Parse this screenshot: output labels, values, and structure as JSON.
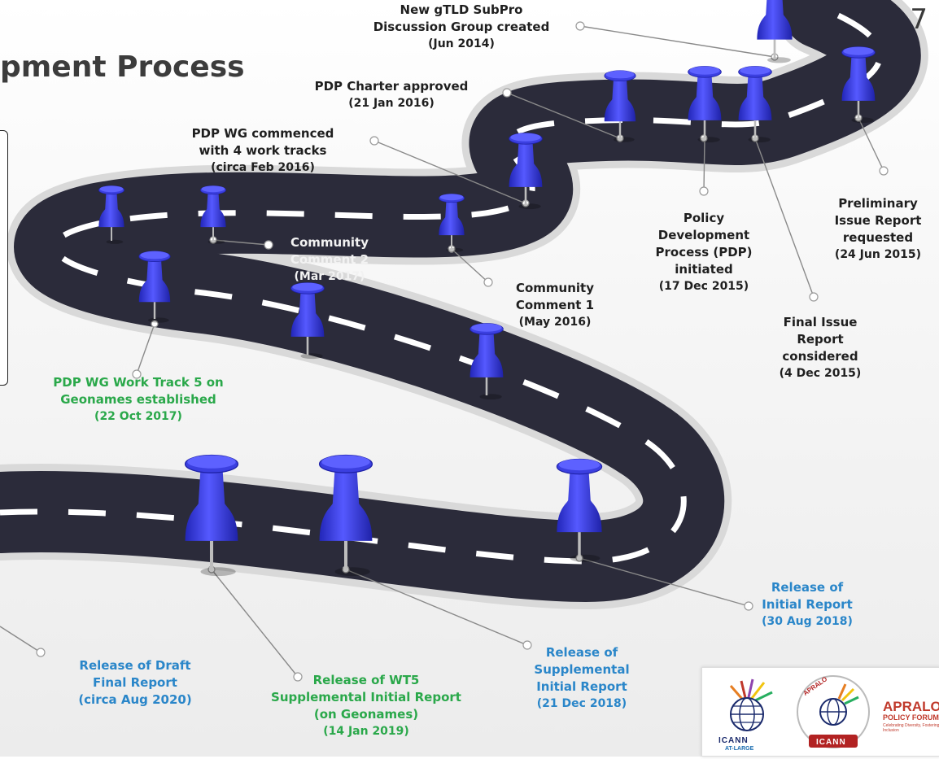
{
  "slide": {
    "title": "pment Process",
    "page_number": "7"
  },
  "milestones": [
    {
      "id": "discussion-group",
      "line1": "New gTLD SubPro",
      "line2": "Discussion Group created",
      "date": "(Jun 2014)",
      "color": "dark"
    },
    {
      "id": "charter",
      "line1": "PDP Charter approved",
      "line2": "",
      "date": "(21 Jan 2016)",
      "color": "dark"
    },
    {
      "id": "wg-commenced",
      "line1": "PDP WG commenced",
      "line2": "with 4 work tracks",
      "date": "(circa Feb 2016)",
      "color": "dark"
    },
    {
      "id": "cc2",
      "line1": "Community",
      "line2": "Comment 2",
      "date": "(Mar 2017)",
      "color": "dark"
    },
    {
      "id": "cc1",
      "line1": "Community",
      "line2": "Comment 1",
      "date": "(May 2016)",
      "color": "dark"
    },
    {
      "id": "pdp-initiated",
      "line1": "Policy",
      "line2": "Development",
      "line3": "Process (PDP)",
      "line4": "initiated",
      "date": "(17 Dec 2015)",
      "color": "dark"
    },
    {
      "id": "preliminary",
      "line1": "Preliminary",
      "line2": "Issue Report",
      "line3": "requested",
      "date": "(24 Jun 2015)",
      "color": "dark"
    },
    {
      "id": "final-issue",
      "line1": "Final Issue",
      "line2": "Report",
      "line3": "considered",
      "date": "(4 Dec 2015)",
      "color": "dark"
    },
    {
      "id": "wt5",
      "line1": "PDP WG Work Track 5 on",
      "line2": "Geonames established",
      "date": "(22 Oct 2017)",
      "color": "green"
    },
    {
      "id": "initial-report",
      "line1": "Release of",
      "line2": "Initial Report",
      "date": "(30 Aug 2018)",
      "color": "blue"
    },
    {
      "id": "draft-final",
      "line1": "Release of Draft",
      "line2": "Final Report",
      "date": "(circa Aug 2020)",
      "color": "blue"
    },
    {
      "id": "wt5-supplemental",
      "line1": "Release of WT5",
      "line2": "Supplemental Initial Report",
      "line3": "(on Geonames)",
      "date": "(14 Jan 2019)",
      "color": "green"
    },
    {
      "id": "supplemental",
      "line1": "Release of",
      "line2": "Supplemental",
      "line3": "Initial Report",
      "date": "(21 Dec 2018)",
      "color": "blue"
    }
  ],
  "logos": {
    "icann_atlarge": "ICANN",
    "atlarge": "AT-LARGE",
    "apralo_ring": "APRALO",
    "icann2": "ICANN",
    "apralo": "APRALO",
    "policy_forum": "POLICY FORUM",
    "tagline": "Celebrating Diversity, Fostering Inclusion"
  },
  "colors": {
    "road": "#2b2b3a",
    "pin": "#3b3fe0",
    "green": "#2aa84a",
    "blue": "#2a86c9"
  }
}
